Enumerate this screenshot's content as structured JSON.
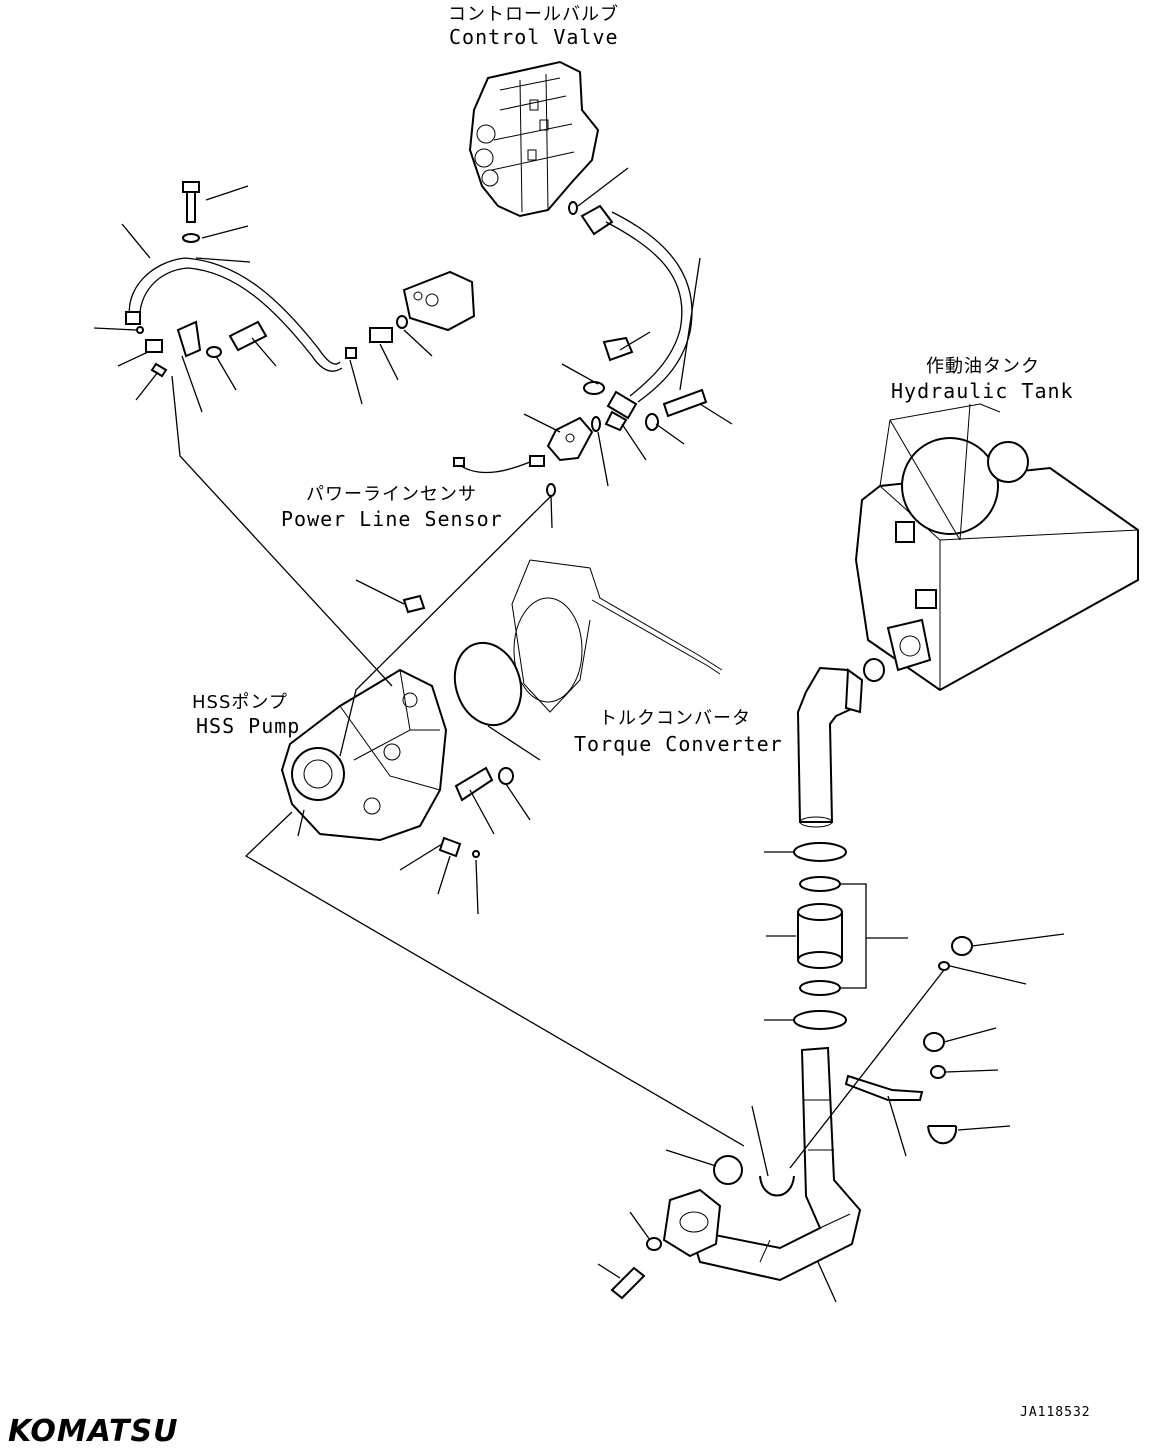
{
  "labels": {
    "control_valve_jp": "コントロールバルブ",
    "control_valve_en": "Control Valve",
    "hydraulic_tank_jp": "作動油タンク",
    "hydraulic_tank_en": "Hydraulic Tank",
    "power_line_sensor_jp": "パワーラインセンサ",
    "power_line_sensor_en": "Power Line Sensor",
    "hss_pump_jp": "HSSポンプ",
    "hss_pump_en": "HSS Pump",
    "torque_converter_jp": "トルクコンバータ",
    "torque_converter_en": "Torque Converter"
  },
  "drawing_code": "JA118532",
  "brand": "KOMATSU"
}
